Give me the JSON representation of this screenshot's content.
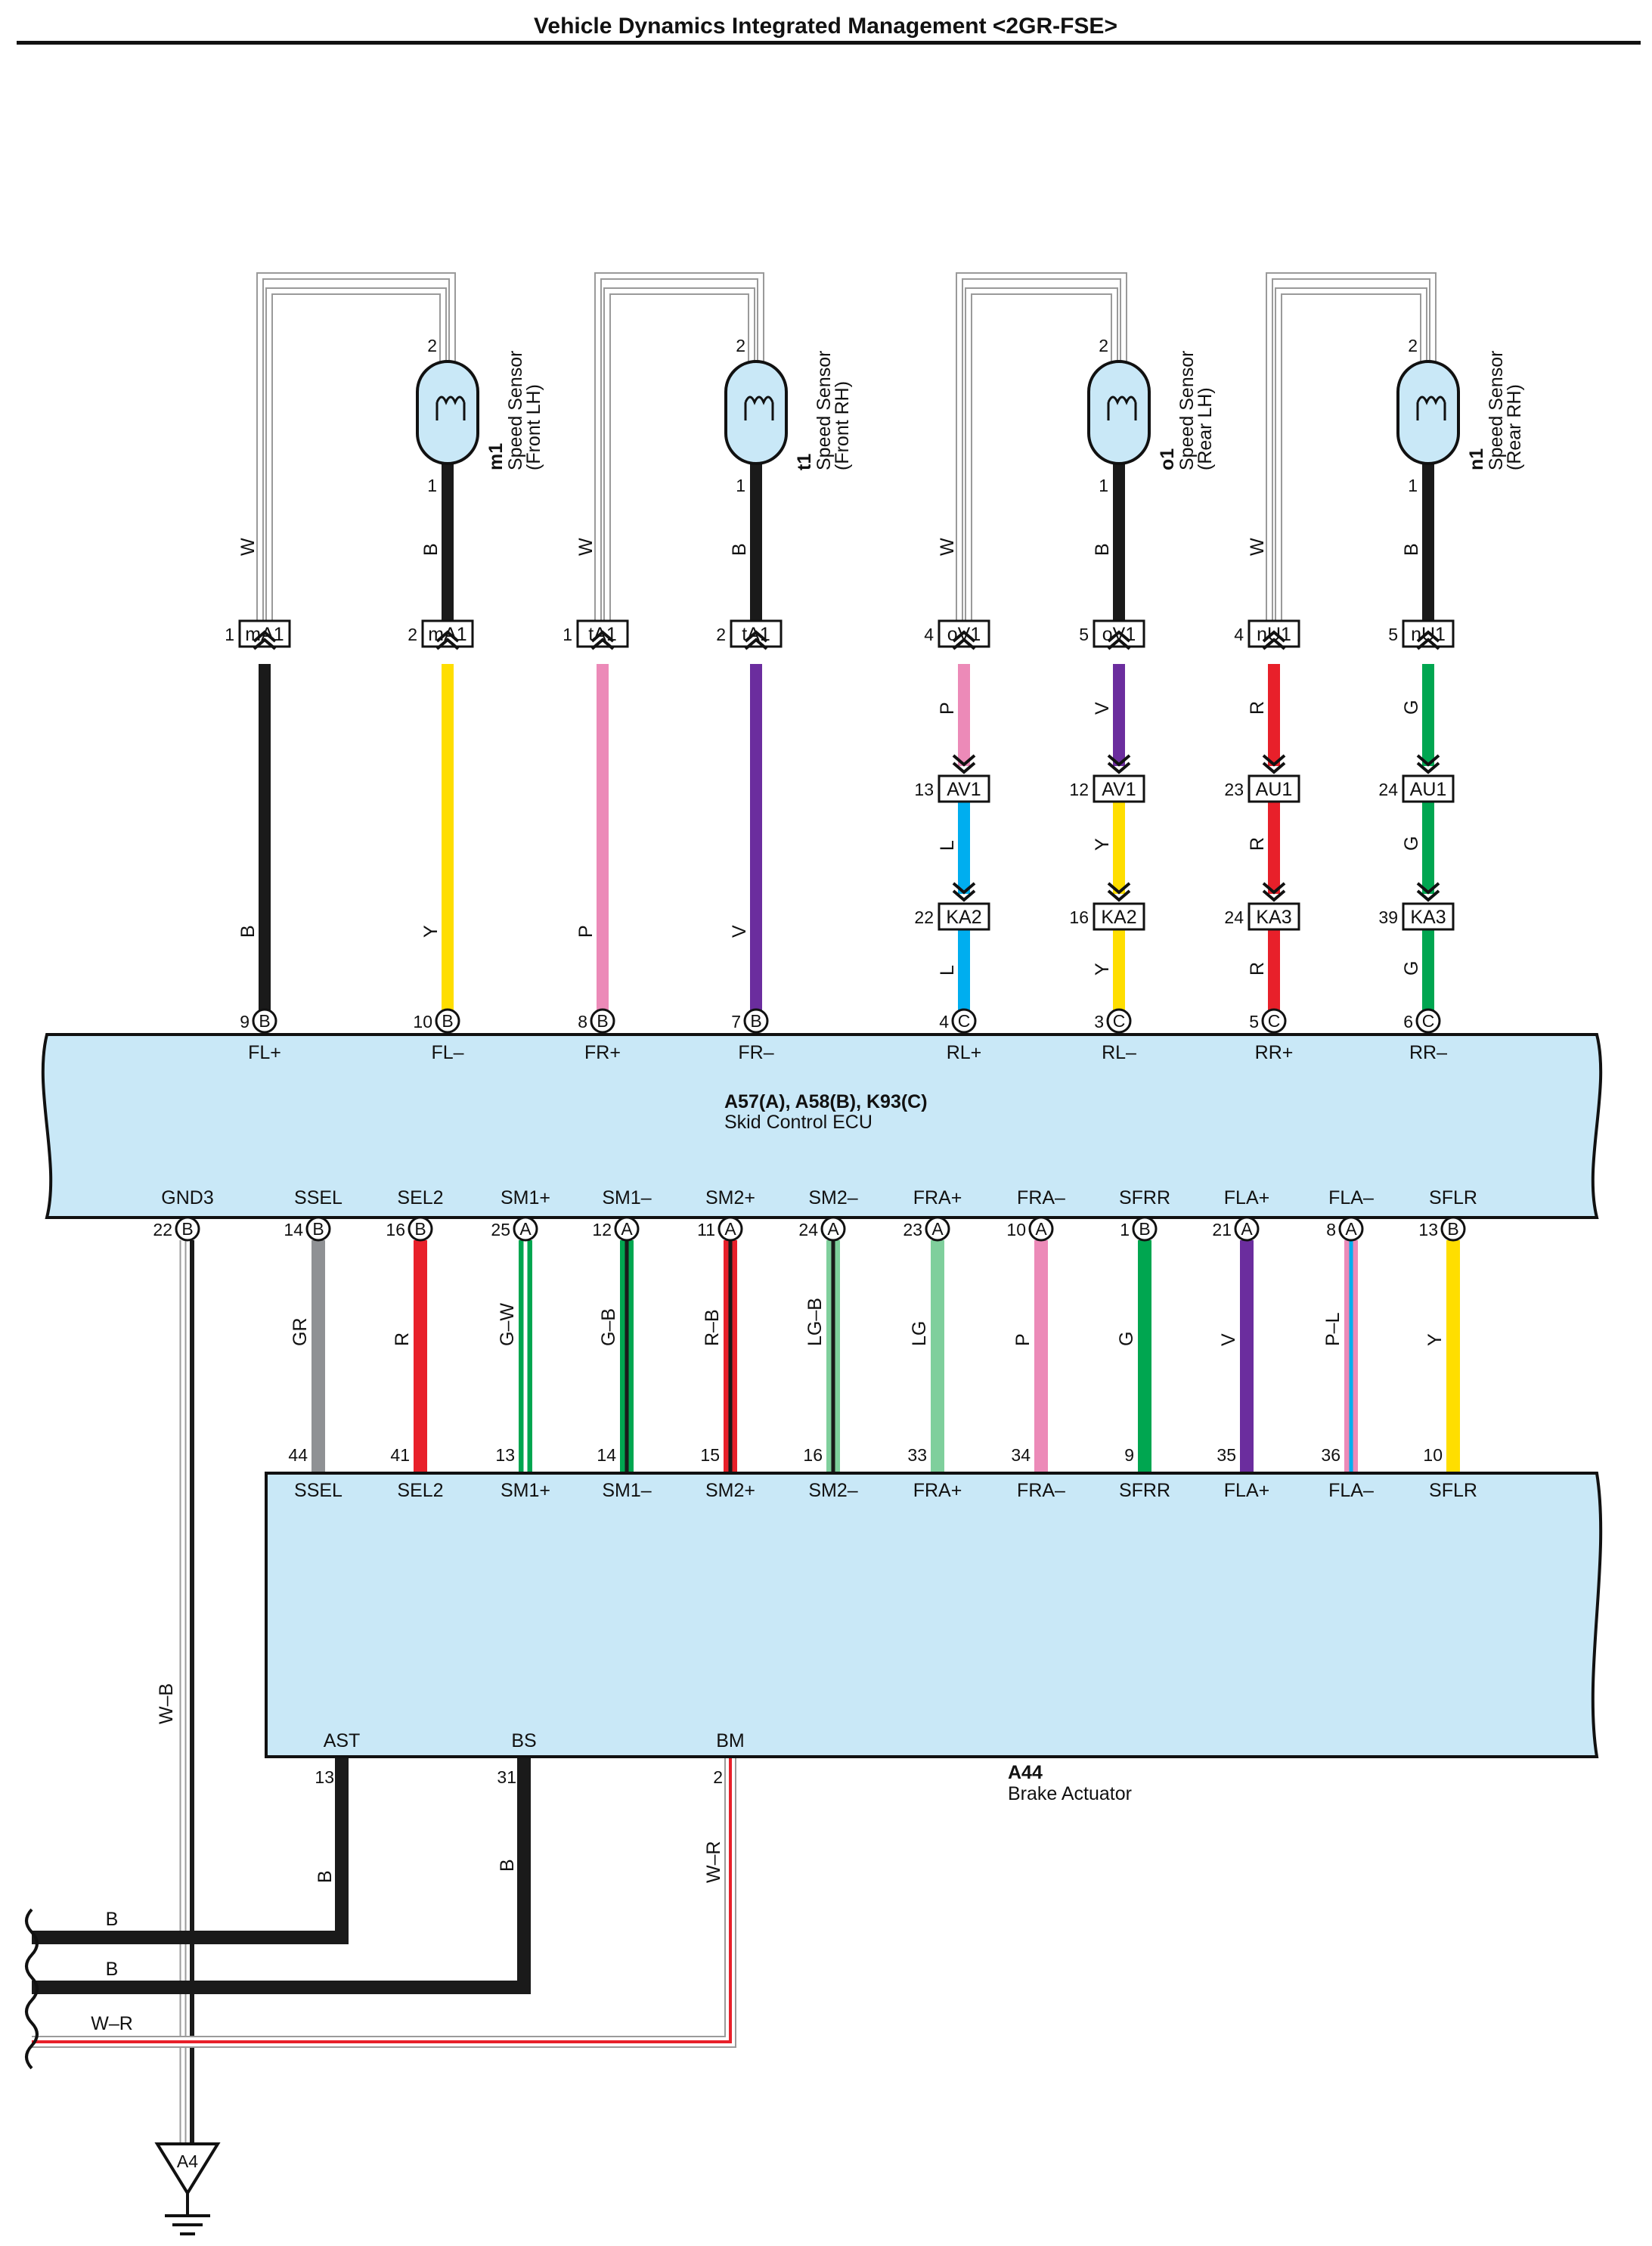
{
  "title": "Vehicle Dynamics Integrated Management <2GR-FSE>",
  "ecu": {
    "code": "A57(A), A58(B), K93(C)",
    "name": "Skid Control ECU"
  },
  "actuator": {
    "code": "A44",
    "name": "Brake Actuator"
  },
  "ground": {
    "label": "A4",
    "wire": "W–B",
    "pin": "22",
    "conn": "B",
    "terminal": "GND3"
  },
  "sensors": [
    {
      "code": "m1",
      "name": "Speed Sensor",
      "side": "(Front LH)",
      "pin_top": "2",
      "pin_bottom": "1",
      "loop_wire": "W",
      "signal_wire": "B",
      "j1": {
        "pin": "1",
        "conn": "mA1"
      },
      "j2": {
        "pin": "2",
        "conn": "mA1"
      },
      "w1": {
        "color": "B",
        "hex": "#1a1a1a",
        "pin": "9",
        "conn": "B",
        "terminal": "FL+"
      },
      "w2": {
        "color": "Y",
        "hex": "#ffde00",
        "pin": "10",
        "conn": "B",
        "terminal": "FL–"
      }
    },
    {
      "code": "t1",
      "name": "Speed Sensor",
      "side": "(Front RH)",
      "pin_top": "2",
      "pin_bottom": "1",
      "loop_wire": "W",
      "signal_wire": "B",
      "j1": {
        "pin": "1",
        "conn": "tA1"
      },
      "j2": {
        "pin": "2",
        "conn": "tA1"
      },
      "w1": {
        "color": "P",
        "hex": "#ec8ab8",
        "pin": "8",
        "conn": "B",
        "terminal": "FR+"
      },
      "w2": {
        "color": "V",
        "hex": "#6b2d9e",
        "pin": "7",
        "conn": "B",
        "terminal": "FR–"
      }
    },
    {
      "code": "o1",
      "name": "Speed Sensor",
      "side": "(Rear LH)",
      "pin_top": "2",
      "pin_bottom": "1",
      "loop_wire": "W",
      "signal_wire": "B",
      "j1": {
        "pin": "4",
        "conn": "oV1"
      },
      "j2": {
        "pin": "5",
        "conn": "oV1"
      },
      "w1": {
        "color": "P",
        "hex": "#ec8ab8",
        "pin": "4",
        "conn": "C",
        "terminal": "RL+",
        "mid": [
          {
            "color": "L",
            "hex": "#00aeef",
            "pin": "13",
            "conn": "AV1"
          },
          {
            "color": "L",
            "hex": "#00aeef",
            "pin": "22",
            "conn": "KA2"
          }
        ]
      },
      "w2": {
        "color": "V",
        "hex": "#6b2d9e",
        "pin": "3",
        "conn": "C",
        "terminal": "RL–",
        "mid": [
          {
            "color": "Y",
            "hex": "#ffde00",
            "pin": "12",
            "conn": "AV1"
          },
          {
            "color": "Y",
            "hex": "#ffde00",
            "pin": "16",
            "conn": "KA2"
          }
        ]
      }
    },
    {
      "code": "n1",
      "name": "Speed Sensor",
      "side": "(Rear RH)",
      "pin_top": "2",
      "pin_bottom": "1",
      "loop_wire": "W",
      "signal_wire": "B",
      "j1": {
        "pin": "4",
        "conn": "nU1"
      },
      "j2": {
        "pin": "5",
        "conn": "nU1"
      },
      "w1": {
        "color": "R",
        "hex": "#e8202a",
        "pin": "5",
        "conn": "C",
        "terminal": "RR+",
        "mid": [
          {
            "color": "R",
            "hex": "#e8202a",
            "pin": "23",
            "conn": "AU1"
          },
          {
            "color": "R",
            "hex": "#e8202a",
            "pin": "24",
            "conn": "KA3"
          }
        ]
      },
      "w2": {
        "color": "G",
        "hex": "#00a650",
        "pin": "6",
        "conn": "C",
        "terminal": "RR–",
        "mid": [
          {
            "color": "G",
            "hex": "#00a650",
            "pin": "24",
            "conn": "AU1"
          },
          {
            "color": "G",
            "hex": "#00a650",
            "pin": "39",
            "conn": "KA3"
          }
        ]
      }
    }
  ],
  "links": [
    {
      "terminal": "SSEL",
      "ecu_pin": "14",
      "conn": "B",
      "color": "GR",
      "hex": "#8f9194",
      "act_pin": "44"
    },
    {
      "terminal": "SEL2",
      "ecu_pin": "16",
      "conn": "B",
      "color": "R",
      "hex": "#e8202a",
      "act_pin": "41"
    },
    {
      "terminal": "SM1+",
      "ecu_pin": "25",
      "conn": "A",
      "color": "G–W",
      "hex": "#00a650",
      "stripe": "#ffffff",
      "act_pin": "13"
    },
    {
      "terminal": "SM1–",
      "ecu_pin": "12",
      "conn": "A",
      "color": "G–B",
      "hex": "#00a650",
      "stripe": "#1a1a1a",
      "act_pin": "14"
    },
    {
      "terminal": "SM2+",
      "ecu_pin": "11",
      "conn": "A",
      "color": "R–B",
      "hex": "#e8202a",
      "stripe": "#1a1a1a",
      "act_pin": "15"
    },
    {
      "terminal": "SM2–",
      "ecu_pin": "24",
      "conn": "A",
      "color": "LG–B",
      "hex": "#7fcf9c",
      "stripe": "#1a1a1a",
      "act_pin": "16"
    },
    {
      "terminal": "FRA+",
      "ecu_pin": "23",
      "conn": "A",
      "color": "LG",
      "hex": "#7fcf9c",
      "act_pin": "33"
    },
    {
      "terminal": "FRA–",
      "ecu_pin": "10",
      "conn": "A",
      "color": "P",
      "hex": "#ec8ab8",
      "act_pin": "34"
    },
    {
      "terminal": "SFRR",
      "ecu_pin": "1",
      "conn": "B",
      "color": "G",
      "hex": "#00a650",
      "act_pin": "9"
    },
    {
      "terminal": "FLA+",
      "ecu_pin": "21",
      "conn": "A",
      "color": "V",
      "hex": "#6b2d9e",
      "act_pin": "35"
    },
    {
      "terminal": "FLA–",
      "ecu_pin": "8",
      "conn": "A",
      "color": "P–L",
      "hex": "#ec8ab8",
      "stripe": "#00aeef",
      "act_pin": "36"
    },
    {
      "terminal": "SFLR",
      "ecu_pin": "13",
      "conn": "B",
      "color": "Y",
      "hex": "#ffde00",
      "act_pin": "10"
    }
  ],
  "actuator_out": [
    {
      "terminal": "AST",
      "pin": "13",
      "color": "B",
      "hex": "#1a1a1a",
      "out_label": "B"
    },
    {
      "terminal": "BS",
      "pin": "31",
      "color": "B",
      "hex": "#1a1a1a",
      "out_label": "B"
    },
    {
      "terminal": "BM",
      "pin": "2",
      "color": "W–R",
      "hex": "#e8202a",
      "stripe": "#ffffff",
      "out_label": "W–R"
    }
  ],
  "colors": {
    "box_fill": "#c9e8f7",
    "sensor_fill": "#c9e8f7",
    "white_wire_edge": "#9a9a9a"
  }
}
